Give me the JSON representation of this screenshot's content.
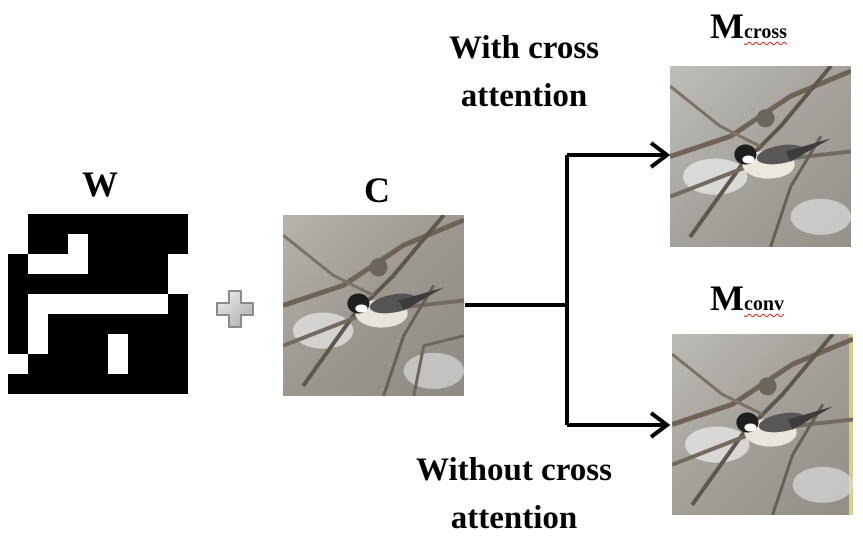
{
  "labels": {
    "watermark": "W",
    "cover": "C",
    "m_cross_main": "M",
    "m_cross_sub": "cross",
    "m_conv_main": "M",
    "m_conv_sub": "conv"
  },
  "captions": {
    "with_line1": "With cross",
    "with_line2": "attention",
    "without_line1": "Without cross",
    "without_line2": "attention"
  },
  "watermark_grid": [
    [
      0,
      1,
      1,
      1,
      1,
      1,
      1,
      1,
      1
    ],
    [
      0,
      1,
      1,
      0,
      1,
      1,
      1,
      1,
      1
    ],
    [
      1,
      0,
      0,
      0,
      1,
      1,
      1,
      1,
      0
    ],
    [
      1,
      1,
      1,
      1,
      1,
      1,
      1,
      1,
      0
    ],
    [
      1,
      0,
      0,
      0,
      0,
      0,
      0,
      0,
      1
    ],
    [
      1,
      0,
      1,
      1,
      1,
      1,
      1,
      1,
      1
    ],
    [
      1,
      0,
      1,
      1,
      1,
      0,
      1,
      1,
      1
    ],
    [
      0,
      1,
      1,
      1,
      1,
      0,
      1,
      1,
      1
    ],
    [
      1,
      1,
      1,
      1,
      1,
      1,
      1,
      1,
      1
    ]
  ],
  "colors": {
    "arrow": "#000000",
    "plus_fill": "#d4d4d4",
    "plus_stroke": "#8a8a8a"
  }
}
